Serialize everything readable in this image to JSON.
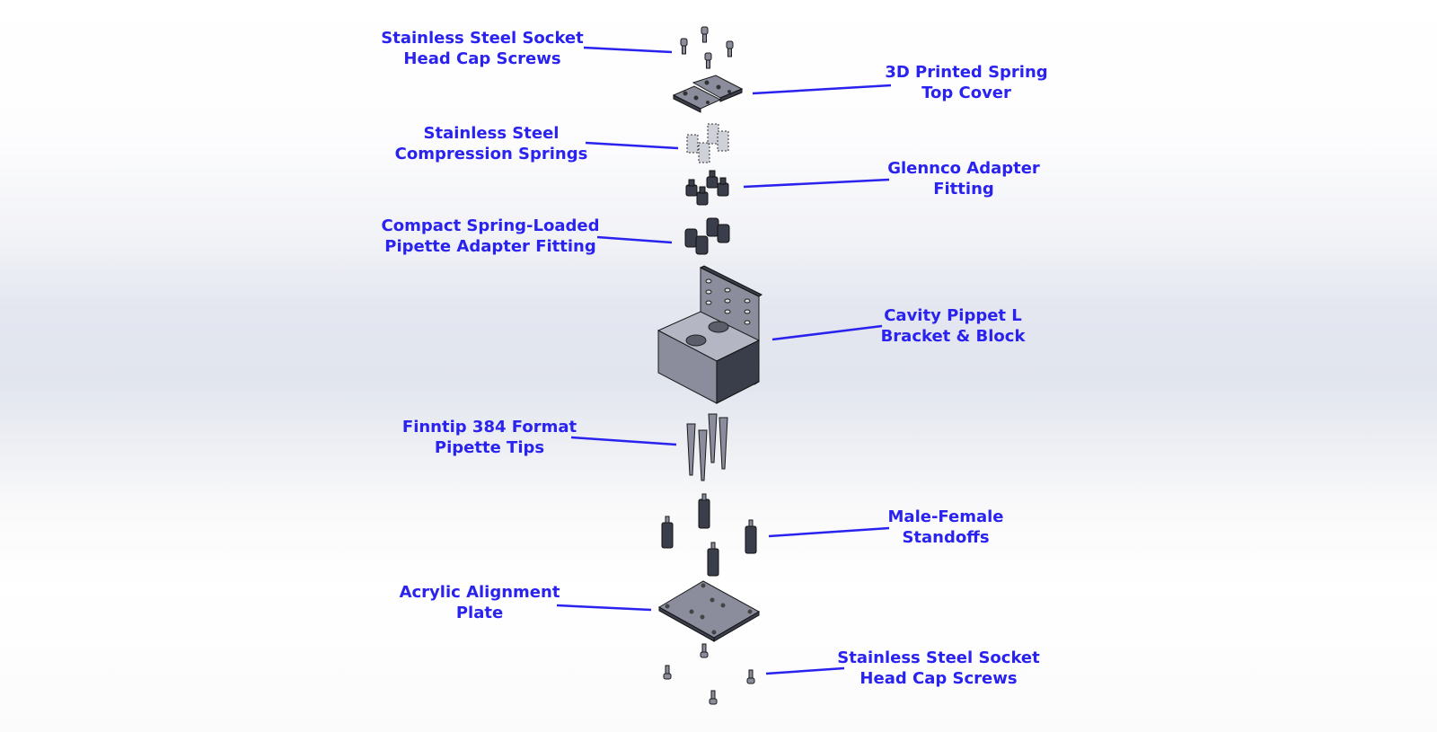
{
  "title": "Exploded assembly view",
  "accent_color": "#2a22ee",
  "callouts": [
    {
      "id": "top-screws",
      "lines": [
        "Stainless Steel Socket",
        "Head Cap Screws"
      ],
      "side": "left"
    },
    {
      "id": "top-cover",
      "lines": [
        "3D Printed Spring",
        "Top Cover"
      ],
      "side": "right"
    },
    {
      "id": "springs",
      "lines": [
        "Stainless Steel",
        "Compression Springs"
      ],
      "side": "left"
    },
    {
      "id": "glennco",
      "lines": [
        "Glennco Adapter",
        "Fitting"
      ],
      "side": "right"
    },
    {
      "id": "pipette-adapter",
      "lines": [
        "Compact Spring-Loaded",
        "Pipette Adapter Fitting"
      ],
      "side": "left"
    },
    {
      "id": "bracket-block",
      "lines": [
        "Cavity Pippet L",
        "Bracket & Block"
      ],
      "side": "right"
    },
    {
      "id": "pipette-tips",
      "lines": [
        "Finntip 384 Format",
        "Pipette Tips"
      ],
      "side": "left"
    },
    {
      "id": "standoffs",
      "lines": [
        "Male-Female",
        "Standoffs"
      ],
      "side": "right"
    },
    {
      "id": "alignment-plate",
      "lines": [
        "Acrylic Alignment",
        "Plate"
      ],
      "side": "left"
    },
    {
      "id": "bottom-screws",
      "lines": [
        "Stainless Steel Socket",
        "Head Cap Screws"
      ],
      "side": "right"
    }
  ]
}
